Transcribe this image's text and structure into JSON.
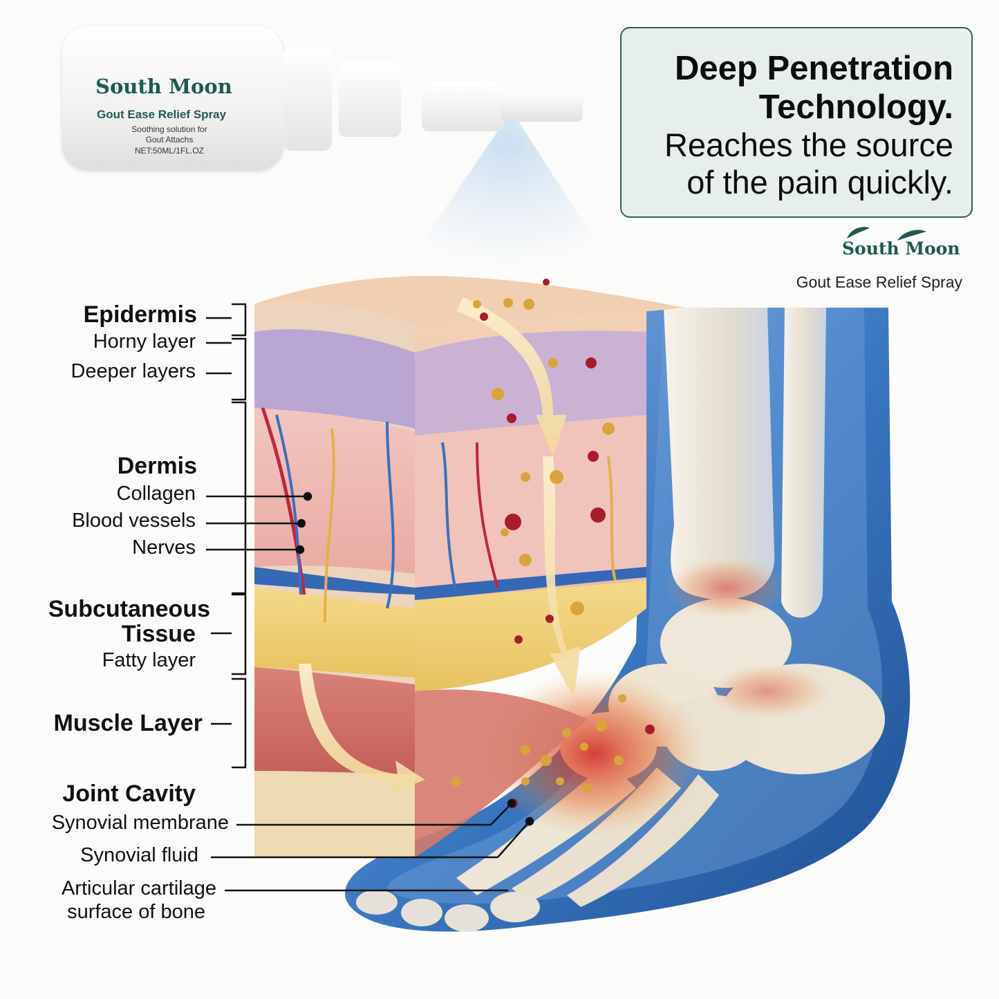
{
  "bottle": {
    "brand": "South Moon",
    "product": "Gout Ease Relief Spray",
    "line1": "Soothing solution for",
    "line2": "Gout Attachs",
    "net": "NET:50ML/1FL.OZ"
  },
  "headline": {
    "line1": "Deep Penetration",
    "line2": "Technology.",
    "line3": "Reaches the source",
    "line4": "of the pain quickly."
  },
  "logo": {
    "brand": "South Moon",
    "product": "Gout Ease Relief Spray"
  },
  "labels": {
    "epidermis": "Epidermis",
    "horny_layer": "Horny layer",
    "deeper_layers": "Deeper layers",
    "dermis": "Dermis",
    "collagen": "Collagen",
    "blood_vessels": "Blood vessels",
    "nerves": "Nerves",
    "subcutaneous1": "Subcutaneous",
    "subcutaneous2": "Tissue",
    "fatty_layer": "Fatty layer",
    "muscle_layer": "Muscle Layer",
    "joint_cavity": "Joint Cavity",
    "synovial_membrane": "Synovial membrane",
    "synovial_fluid": "Synovial fluid",
    "articular1": "Articular cartilage",
    "articular2": "surface of bone"
  },
  "colors": {
    "brand_green": "#1e5a52",
    "box_border": "#2f5f57",
    "box_fill": "#e7efee",
    "foot_blue": "#2f6fb5",
    "arrow_cream": "#f6e3b4"
  }
}
